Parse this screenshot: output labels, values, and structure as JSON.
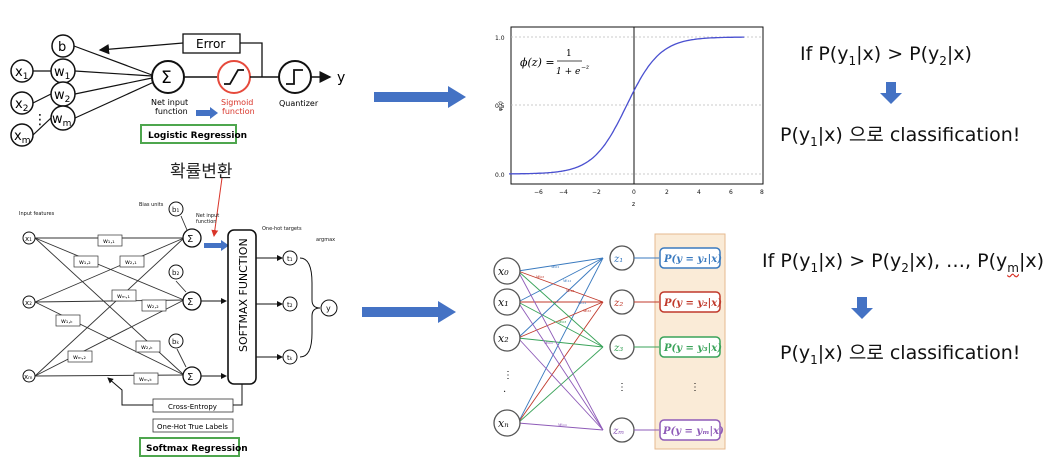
{
  "logistic": {
    "inputs": [
      "x1",
      "x2",
      "xm"
    ],
    "bias": "b",
    "weights": [
      "w1",
      "w2",
      "wm"
    ],
    "dots": "⋮",
    "sum_symbol": "Σ",
    "error_label": "Error",
    "output_label": "y",
    "net_input_label": "Net input\nfunction",
    "sigmoid_label": "Sigmoid\nfunction",
    "quantizer_label": "Quantizer",
    "title": "Logistic Regression"
  },
  "transform_label": "확률변환",
  "softmax": {
    "input_features_label": "Input features",
    "bias_units_label": "Bias units",
    "net_input_label": "Net input\nfunction",
    "one_hot_targets_label": "One-hot targets",
    "argmax_label": "argmax",
    "inputs": [
      "x1",
      "x2",
      "xm"
    ],
    "biases": [
      "b1",
      "b2",
      "bk"
    ],
    "weights": [
      "w1,1",
      "w1,2",
      "w2,1",
      "w2,k",
      "wm,1",
      "w2,2",
      "w1,k",
      "wm,2",
      "wm,k"
    ],
    "function_label": "SOFTMAX FUNCTION",
    "targets": [
      "t1",
      "t2",
      "tk"
    ],
    "output_label": "y",
    "cross_entropy_label": "Cross-Entropy",
    "true_labels_label": "One-Hot True Labels",
    "title": "Softmax Regression"
  },
  "sigmoid_plot": {
    "formula": "φ(z) = 1 / (1 + e^−z)",
    "xlabel": "z",
    "ylabel": "φ(z)",
    "x_ticks": [
      "−6",
      "−4",
      "−2",
      "0",
      "2",
      "4",
      "6",
      "8"
    ],
    "y_ticks": [
      "0.0",
      "0.5",
      "1.0"
    ]
  },
  "chart_data": {
    "type": "line",
    "xlim": [
      -7,
      8
    ],
    "ylim": [
      0,
      1
    ],
    "series": [
      {
        "values_fn": "sigmoid",
        "x_range": [
          -7,
          7
        ]
      }
    ],
    "vertical_line_x": 0
  },
  "multiclass_net": {
    "inputs": [
      "x0",
      "x1",
      "x2",
      "xn"
    ],
    "outputs": [
      "z1",
      "z2",
      "z3",
      "zm"
    ],
    "probs": [
      "P(y = y1|x)",
      "P(y = y2|x)",
      "P(y = y3|x)",
      "P(y = ym|x)"
    ],
    "weight_labels": [
      "w01",
      "w02",
      "w11",
      "w12",
      "w21",
      "w22",
      "wnm"
    ],
    "colors": [
      "#3a7abf",
      "#c0392b",
      "#3aa35a",
      "#8e5bb8"
    ]
  },
  "rules": {
    "binary_condition": "If P(y1|x) > P(y2|x)",
    "binary_result": "P(y1|x) 으로 classification!",
    "multi_condition": "If P(y1|x) > P(y2|x), …, P(ym|x)",
    "multi_result": "P(y1|x) 으로 classification!"
  },
  "colors": {
    "arrow_blue": "#4472c4",
    "sigmoid_red": "#e64a3c",
    "title_box_green": "#4ea64e",
    "curve": "#4a50d0"
  }
}
